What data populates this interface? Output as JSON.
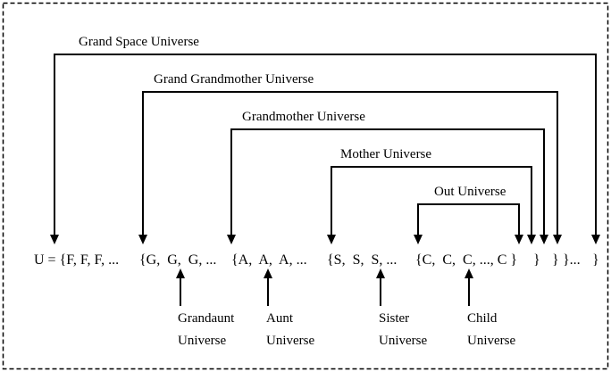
{
  "diagram": {
    "formula": {
      "tokens": [
        {
          "text": "U = {F, F, F, ...",
          "name": "formula-f-group"
        },
        {
          "text": "{G,  G,  G, ...",
          "name": "formula-g-group"
        },
        {
          "text": "{A,  A,  A, ...",
          "name": "formula-a-group"
        },
        {
          "text": "{S,  S,  S, ...",
          "name": "formula-s-group"
        },
        {
          "text": "{C,  C,  C, ..., C }",
          "name": "formula-c-group"
        },
        {
          "text": "}",
          "name": "formula-close-1"
        },
        {
          "text": "}",
          "name": "formula-close-2"
        },
        {
          "text": "}...",
          "name": "formula-close-3"
        },
        {
          "text": "}",
          "name": "formula-close-4"
        }
      ]
    },
    "brackets": [
      {
        "label": "Grand Space Universe",
        "name": "grand-space-universe"
      },
      {
        "label": "Grand Grandmother Universe",
        "name": "grand-grandmother-universe"
      },
      {
        "label": "Grandmother Universe",
        "name": "grandmother-universe"
      },
      {
        "label": "Mother Universe",
        "name": "mother-universe"
      },
      {
        "label": "Out Universe",
        "name": "out-universe"
      }
    ],
    "pointers": [
      {
        "line1": "Grandaunt",
        "line2": "Universe",
        "name": "grandaunt-universe"
      },
      {
        "line1": "Aunt",
        "line2": "Universe",
        "name": "aunt-universe"
      },
      {
        "line1": "Sister",
        "line2": "Universe",
        "name": "sister-universe"
      },
      {
        "line1": "Child",
        "line2": "Universe",
        "name": "child-universe"
      }
    ]
  }
}
